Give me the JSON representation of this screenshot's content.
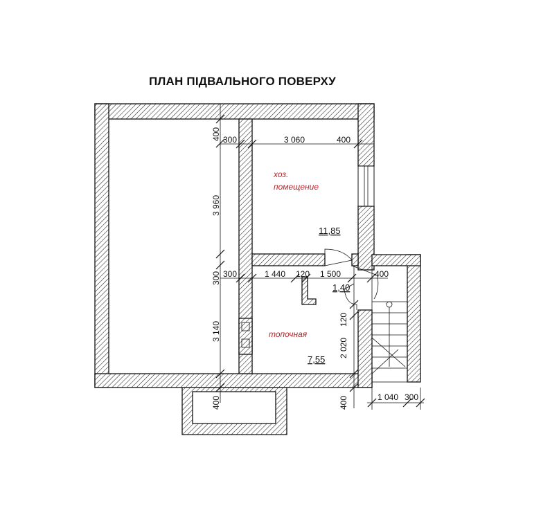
{
  "title": "ПЛАН ПІДВАЛЬНОГО ПОВЕРХУ",
  "rooms": {
    "storage": {
      "name_line1": "хоз.",
      "name_line2": "помещение",
      "area": "11,85"
    },
    "boiler": {
      "name": "топочная",
      "area": "7,55"
    },
    "hall": {
      "area": "1,40"
    }
  },
  "dimensions": {
    "top_left": "300",
    "top_mid": "3 060",
    "top_right": "400",
    "mid_left": "300",
    "mid_a": "1 440",
    "mid_b": "120",
    "mid_c": "1 500",
    "mid_right": "400",
    "vert_400_top": "400",
    "vert_3960": "3 960",
    "vert_300": "300",
    "vert_3140": "3 140",
    "vert_400_bottom": "400",
    "vert_120": "120",
    "vert_2020": "2 020",
    "vert_400_right": "400",
    "stair_a": "1 040",
    "stair_b": "300"
  },
  "colors": {
    "line": "#111111",
    "room_label": "#b3262a"
  }
}
